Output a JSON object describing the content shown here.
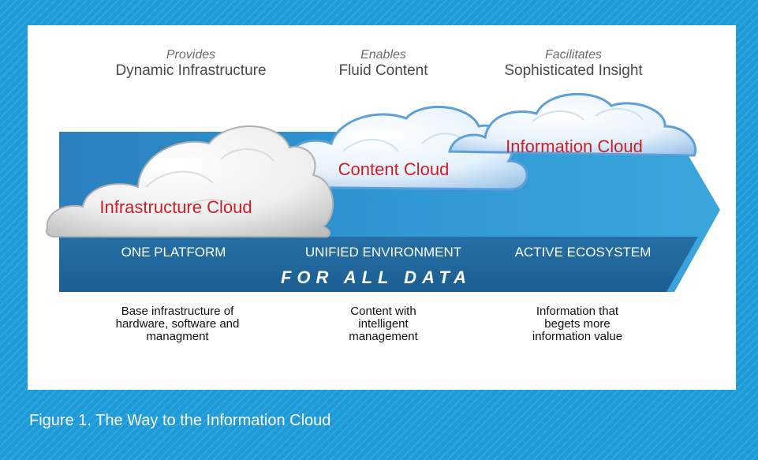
{
  "stages": [
    {
      "verb": "Provides",
      "noun": "Dynamic Infrastructure",
      "cloud": "Infrastructure Cloud",
      "band": "ONE PLATFORM",
      "description": [
        "Base infrastructure of",
        "hardware, software and",
        "managment"
      ]
    },
    {
      "verb": "Enables",
      "noun": "Fluid Content",
      "cloud": "Content Cloud",
      "band": "UNIFIED ENVIRONMENT",
      "description": [
        "Content with",
        "intelligent",
        "management"
      ]
    },
    {
      "verb": "Facilitates",
      "noun": "Sophisticated Insight",
      "cloud": "Information Cloud",
      "band": "ACTIVE ECOSYSTEM",
      "description": [
        "Information that",
        "begets more",
        "information value"
      ]
    }
  ],
  "tagline": "FOR ALL DATA",
  "caption": "Figure 1. The Way to the Information Cloud",
  "colors": {
    "background": "#1d9ad8",
    "arrow_light": "#2a8fc9",
    "arrow_dark": "#1f6fa3",
    "cloud_label": "#c8202a",
    "band_text": "#ffffff"
  }
}
